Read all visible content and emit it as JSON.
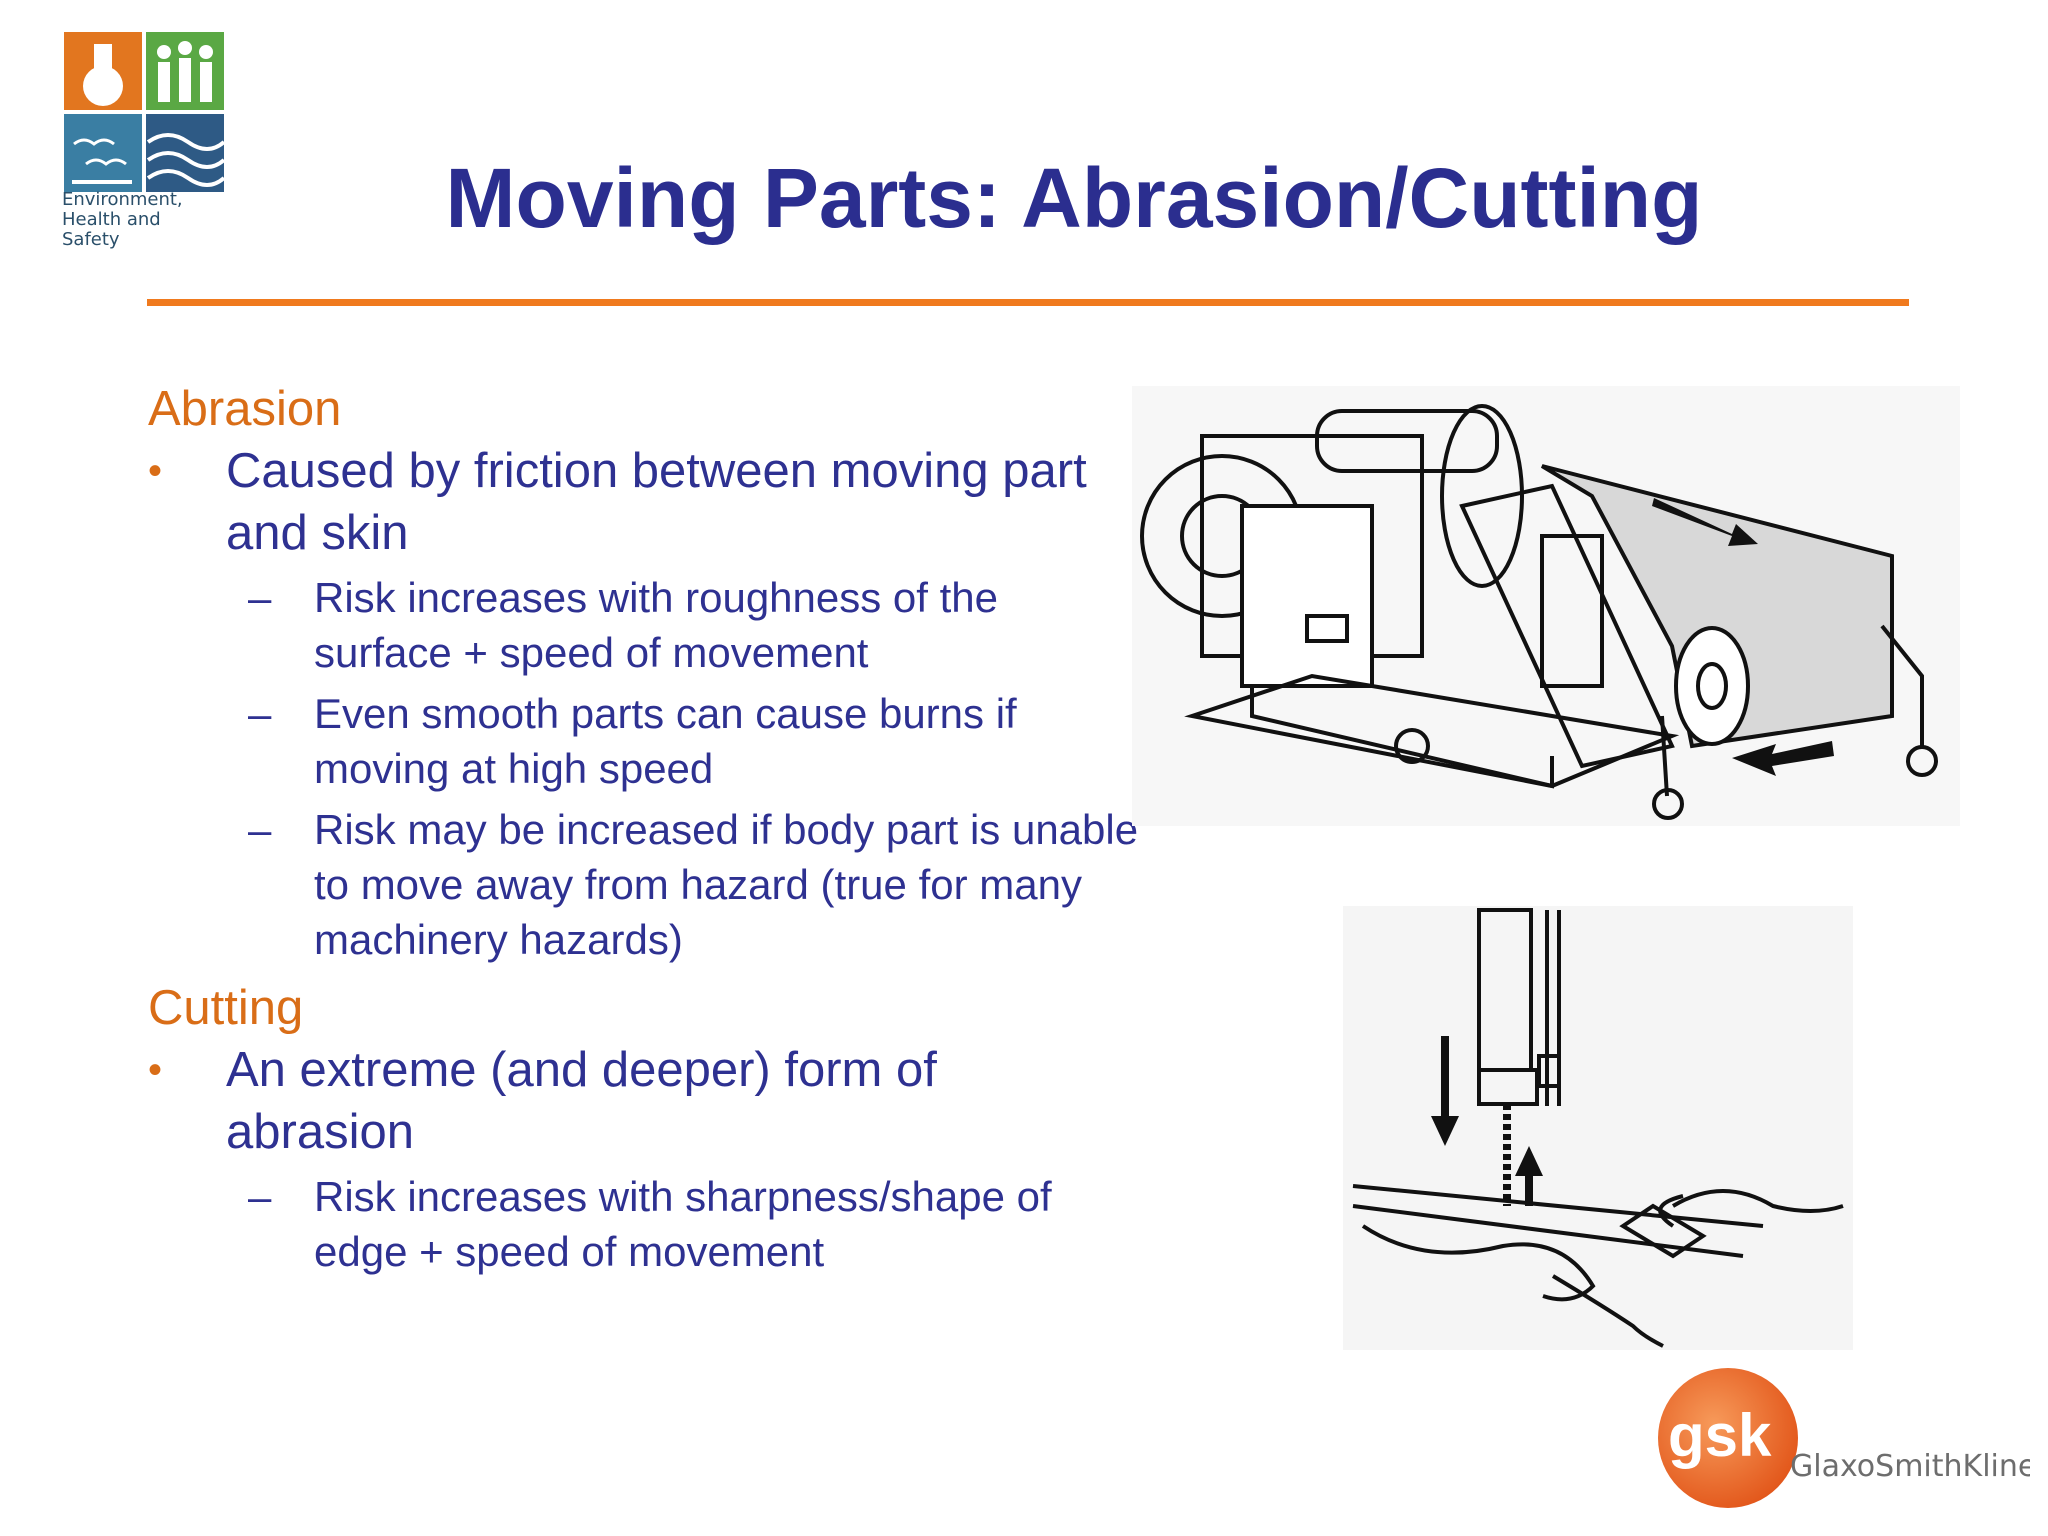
{
  "logo": {
    "caption": "Environment,\nHealth and\nSafety",
    "colors": {
      "orange": "#e2761f",
      "green": "#5aa844",
      "blue": "#3a6a8f"
    }
  },
  "title": "Moving Parts: Abrasion/Cutting",
  "colors": {
    "title": "#2b2e8f",
    "accent": "#f07a1e",
    "heading": "#d96d17",
    "body": "#2e3191"
  },
  "sections": [
    {
      "heading": "Abrasion",
      "bullet": "Caused by friction between moving part and skin",
      "subs": [
        "Risk increases with roughness of the surface + speed of movement",
        "Even smooth parts can cause burns if moving at high speed",
        "Risk may be increased if body part is unable to move away from hazard (true for many machinery hazards)"
      ]
    },
    {
      "heading": "Cutting",
      "bullet": "An extreme (and deeper) form of abrasion",
      "subs": [
        "Risk increases with sharpness/shape of edge + speed of movement"
      ]
    }
  ],
  "bullet_mark": "•",
  "sub_mark": "–",
  "footer_logo": {
    "mark": "gsk",
    "name": "GlaxoSmithKline"
  }
}
